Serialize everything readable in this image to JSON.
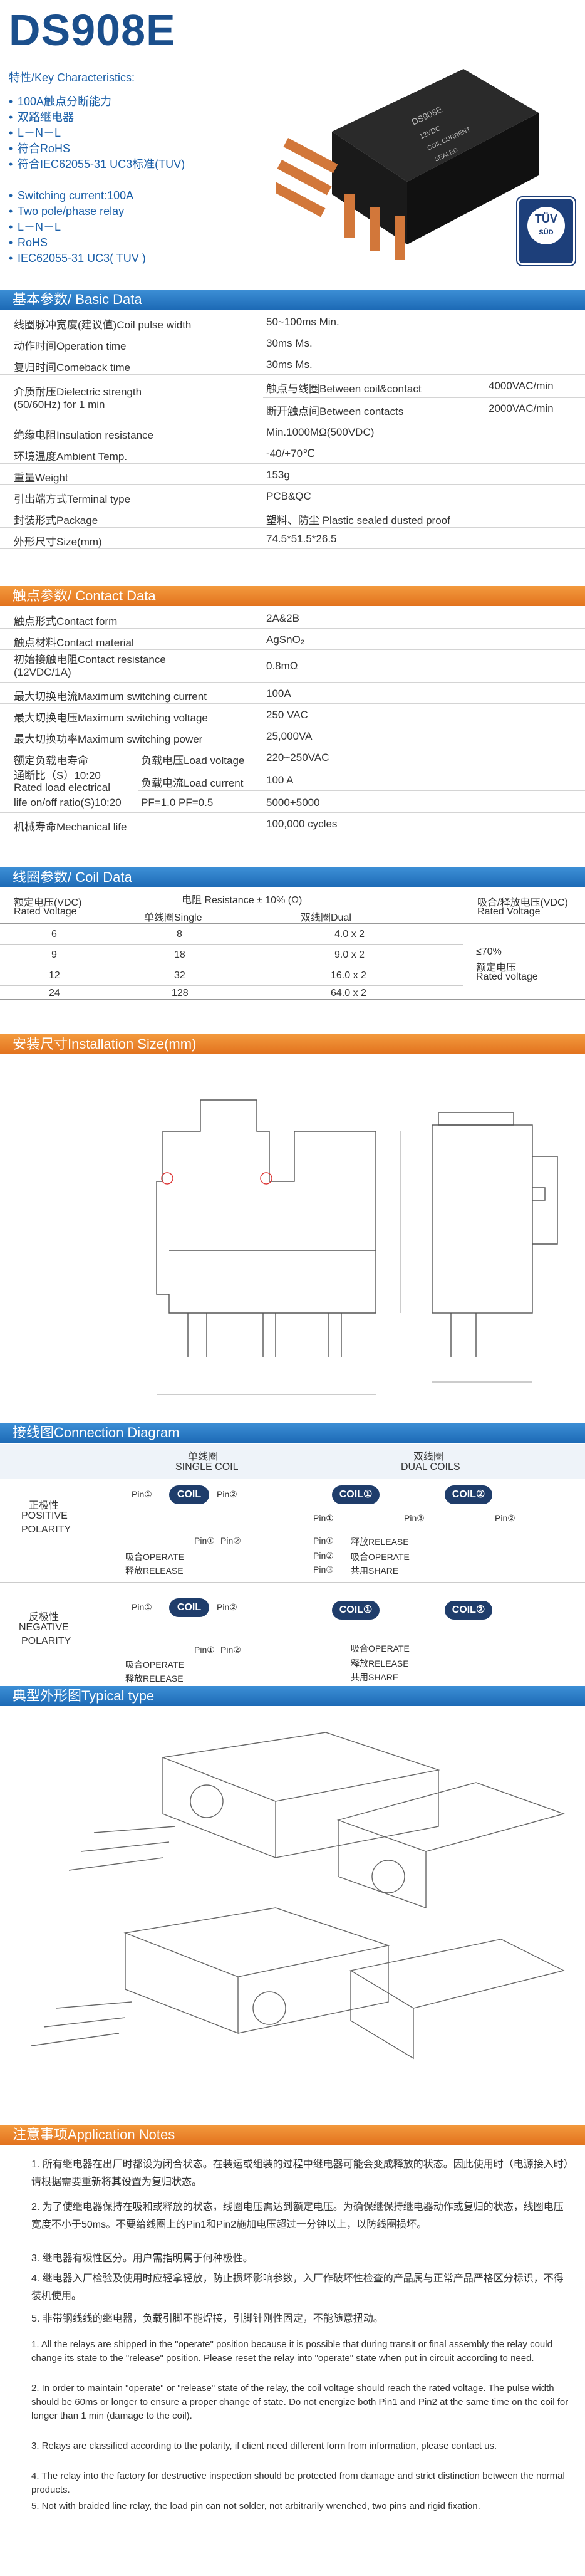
{
  "title": "DS908E",
  "features_heading": "特性/Key Characteristics:",
  "features_cn": [
    "100A触点分断能力",
    "双路继电器",
    "L－N－L",
    "符合RoHS",
    "符合IEC62055-31 UC3标准(TUV)"
  ],
  "features_en": [
    "Switching current:100A",
    "Two pole/phase relay",
    "L－N－L",
    "RoHS",
    "IEC62055-31 UC3( TUV )"
  ],
  "product_marking": [
    "DS908E",
    "12VDC",
    "COIL CURRENT",
    "SEALED"
  ],
  "tuv_badge": [
    "TÜV",
    "SÜD"
  ],
  "sections": {
    "basic": "基本参数/ Basic  Data",
    "contact": "触点参数/ Contact Data",
    "coil": "线圈参数/ Coil  Data",
    "install": "安装尺寸Installation Size(mm)",
    "wiring": "接线图Connection Diagram",
    "typical": "典型外形图Typical type",
    "notes": "注意事项Application Notes"
  },
  "basic": [
    {
      "k": "线圈脉冲宽度(建议值)Coil pulse width",
      "v": "50~100ms Min."
    },
    {
      "k": "动作时间Operation time",
      "v": "30ms Ms."
    },
    {
      "k": "复归时间Comeback time",
      "v": "30ms Ms."
    },
    {
      "k": "介质耐压Dielectric strength\n(50/60Hz) for 1 min",
      "v": "触点与线圈Between coil&contact",
      "v2": "4000VAC/min",
      "v3": "断开触点间Between contacts",
      "v4": "2000VAC/min"
    },
    {
      "k": "绝缘电阻Insulation resistance",
      "v": "Min.1000MΩ(500VDC)"
    },
    {
      "k": "环境温度Ambient Temp.",
      "v": "-40/+70℃"
    },
    {
      "k": "重量Weight",
      "v": "153g"
    },
    {
      "k": "引出端方式Terminal type",
      "v": "PCB&QC"
    },
    {
      "k": "封装形式Package",
      "v": "塑料、防尘 Plastic sealed dusted proof"
    },
    {
      "k": "外形尺寸Size(mm)",
      "v": "74.5*51.5*26.5"
    }
  ],
  "contact": [
    {
      "k": "触点形式Contact form",
      "v": "2A&2B"
    },
    {
      "k": "触点材料Contact material",
      "v": "AgSnO₂"
    },
    {
      "k": "初始接触电阻Contact resistance\n(12VDC/1A)",
      "v": "0.8mΩ"
    },
    {
      "k": "最大切换电流Maximum switching current",
      "v": "100A"
    },
    {
      "k": "最大切换电压Maximum switching voltage",
      "v": "250 VAC"
    },
    {
      "k": "最大切换功率Maximum switching power",
      "v": "25,000VA"
    }
  ],
  "contact_life": {
    "k1": "额定负载电寿命",
    "k2": "通断比（S）10:20",
    "k3": "Rated load electrical",
    "k4": "life on/off ratio(S)10:20",
    "l1": "负载电压Load voltage",
    "v1": "220~250VAC",
    "l2": "负载电流Load current",
    "v2": "100 A",
    "pf": "PF=1.0 PF=0.5",
    "v3": "5000+5000"
  },
  "mech": {
    "k": "机械寿命Mechanical life",
    "v": "100,000 cycles"
  },
  "coil": {
    "h_rated_cn": "额定电压(VDC)",
    "h_rated_en": "Rated Voltage",
    "h_res": "电阻 Resistance ± 10% (Ω)",
    "h_single": "单线圈Single",
    "h_dual": "双线圈Dual",
    "h_release_cn": "吸合/释放电压(VDC)",
    "h_release_en": "Rated Voltage",
    "rows": [
      [
        "6",
        "8",
        "4.0 x 2"
      ],
      [
        "9",
        "18",
        "9.0 x 2"
      ],
      [
        "12",
        "32",
        "16.0 x 2"
      ],
      [
        "24",
        "128",
        "64.0 x 2"
      ]
    ],
    "note1": "≤70%",
    "note2": "额定电压",
    "note3": "Rated voltage"
  },
  "wiring": {
    "single_cn": "单线圈",
    "single_en": "SINGLE COIL",
    "dual_cn": "双线圈",
    "dual_en": "DUAL COILS",
    "pos_cn": "正极性",
    "pos_en1": "POSITIVE",
    "pos_en2": "POLARITY",
    "neg_cn": "反极性",
    "neg_en1": "NEGATIVE",
    "neg_en2": "POLARITY",
    "coil": "COIL",
    "coil1": "COIL①",
    "coil2": "COIL②",
    "pin1": "Pin①",
    "pin2": "Pin②",
    "pin3": "Pin③",
    "operate": "吸合OPERATE",
    "release": "释放RELEASE",
    "share": "共用SHARE"
  },
  "notes_cn": [
    "1. 所有继电器在出厂时都设为闭合状态。在装运或组装的过程中继电器可能会变成释放的状态。因此使用时（电源接入时）请根据需要重新将其设置为复归状态。",
    "2. 为了使继电器保持在吸和或释放的状态，线圈电压需达到额定电压。为确保继保持继电器动作或复归的状态，线圈电压宽度不小于50ms。不要给线圈上的Pin1和Pin2施加电压超过一分钟以上，以防线圈损坏。",
    "3. 继电器有极性区分。用户需指明属于何种极性。",
    "4. 继电器入厂检验及使用时应轻拿轻放，防止损坏影响参数，入厂作破坏性检查的产品属与正常产品严格区分标识，不得装机使用。",
    "5. 非带钢线线的继电器，负载引脚不能焊接，引脚针刚性固定，不能随意扭动。"
  ],
  "notes_en": [
    "1. All the relays are shipped in the \"operate\" position because it is possible that during transit or  final assembly the relay could change its state to the \"release\" position. Please reset the relay into \"operate\"  state when put in circuit according to need.",
    "2. In order to maintain \"operate\" or \"release\" state of the relay, the coil voltage should reach the rated voltage. The pulse width should be 60ms or longer to ensure a proper change of state. Do not energize both Pin1 and Pin2 at the same time on the coil for longer than 1 min (damage to the coil).",
    "3. Relays are classified according to the polarity, if client need different form from information, please contact us.",
    "4. The relay into the factory for destructive inspection should be protected from damage and strict distinction between the normal products.",
    "5. Not with braided line relay, the load pin can not solder, not arbitrarily wrenched, two pins and rigid fixation."
  ],
  "colors": {
    "blue": "#1d6ab6",
    "orange": "#e97d22",
    "red": "#e8382c",
    "green": "#43a047"
  }
}
